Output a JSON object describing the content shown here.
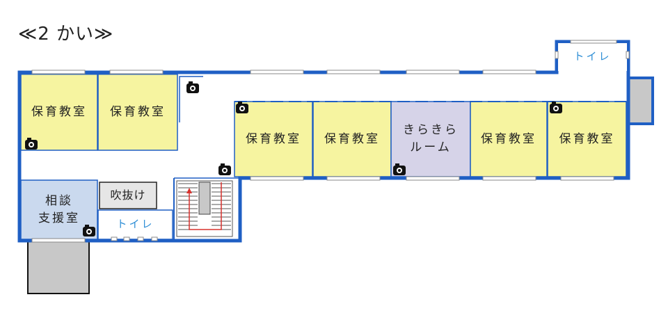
{
  "title": "≪2 かい≫",
  "colors": {
    "wall": "#1f5fc4",
    "classroom": "#f6f4a0",
    "kirakira": "#d6d3e8",
    "consult": "#cad9ee",
    "void": "#e6e6e6",
    "outside": "#c8c8c8",
    "corridor": "#ffffff",
    "stair_arrow": "#d9322e",
    "toilet_text": "#2f8fd6"
  },
  "rooms": {
    "classroom_1": {
      "label": "保育教室"
    },
    "classroom_2": {
      "label": "保育教室"
    },
    "classroom_3": {
      "label": "保育教室"
    },
    "classroom_4": {
      "label": "保育教室"
    },
    "kirakira": {
      "line1": "きらきら",
      "line2": "ルーム"
    },
    "classroom_5": {
      "label": "保育教室"
    },
    "classroom_6": {
      "label": "保育教室"
    },
    "consult": {
      "line1": "相談",
      "line2": "支援室"
    },
    "void": {
      "label": "吹抜け"
    },
    "toilet_bottom": {
      "label": "トイレ"
    },
    "toilet_top": {
      "label": "トイレ"
    }
  },
  "icons": [
    "camera-icon"
  ]
}
